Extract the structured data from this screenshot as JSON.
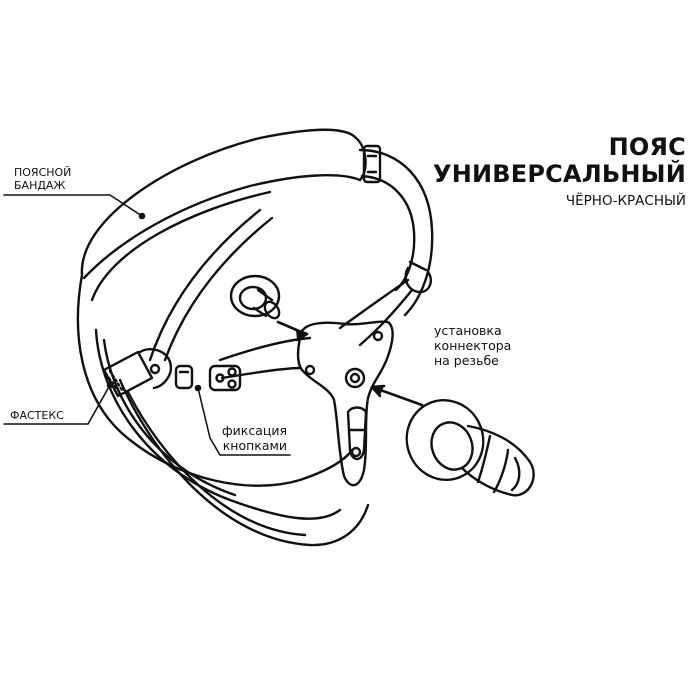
{
  "title": {
    "line1": "ПОЯС",
    "line2": "УНИВЕРСАЛЬНЫЙ",
    "subtitle": "ЧЁРНО-КРАСНЫЙ"
  },
  "callouts": {
    "waist_band": {
      "line1": "ПОЯСНОЙ",
      "line2": "БАНДАЖ"
    },
    "fastex": {
      "text": "ФАСТЕКС"
    },
    "snap_fixation": {
      "line1": "фиксация",
      "line2": "кнопками"
    },
    "connector_install": {
      "line1": "установка",
      "line2": "коннектора",
      "line3": "на резьбе"
    }
  },
  "colors": {
    "ink": "#111111",
    "background": "#ffffff"
  }
}
